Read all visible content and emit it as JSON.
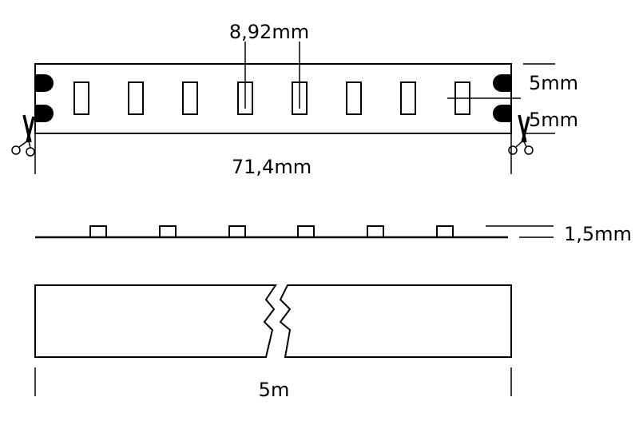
{
  "labels": {
    "led_pitch": "8,92mm",
    "pad_height_top": "5mm",
    "pad_height_bottom": "5mm",
    "segment_length": "71,4mm",
    "strip_thickness": "1,5mm",
    "total_length": "5m"
  },
  "icons": {
    "cut_mark_left": "scissors-icon",
    "cut_mark_right": "scissors-icon"
  },
  "colors": {
    "line": "#000000",
    "pad": "#000000",
    "background": "#ffffff"
  }
}
